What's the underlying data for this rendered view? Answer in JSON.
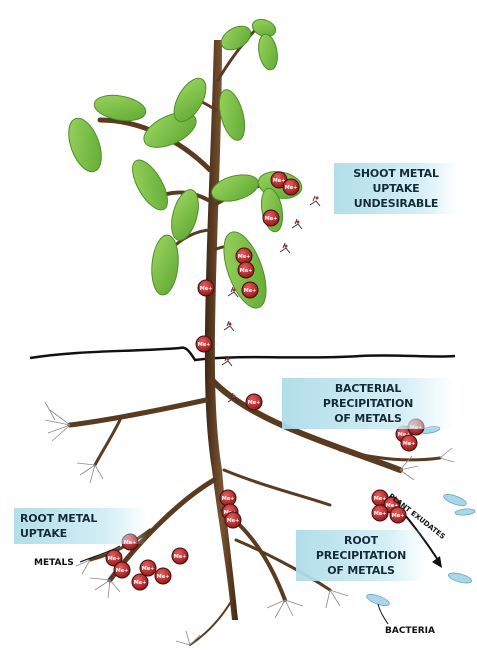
{
  "labels": {
    "shoot_uptake_line1": "SHOOT METAL UPTAKE",
    "shoot_uptake_line2": "UNDESIRABLE",
    "bacterial_precip_line1": "BACTERIAL PRECIPITATION",
    "bacterial_precip_line2": "OF METALS",
    "root_uptake": "ROOT METAL UPTAKE",
    "root_precip_line1": "ROOT PRECIPITATION",
    "root_precip_line2": "OF METALS",
    "metals": "METALS",
    "bacteria": "BACTERIA",
    "plant_exudates": "PLANT EXUDATES",
    "metal_ion": "Me+"
  },
  "colors": {
    "stem": "#5a3b20",
    "leaf": "#7cc34a",
    "leaf_edge": "#4e8f2a",
    "metal": "#c0282a",
    "soil_line": "#111111",
    "banner": "#bfe4ee",
    "bacteria": "#9fd2e6"
  }
}
